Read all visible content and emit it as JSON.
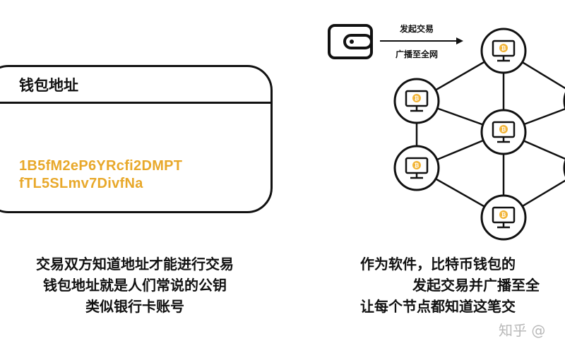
{
  "wallet_card": {
    "title": "钱包地址",
    "address_line1": "1B5fM2eP6YRcfi2DMPT",
    "address_line2": "fTL5SLmv7DivfNa"
  },
  "left_caption": [
    "交易双方知道地址才能进行交易",
    "钱包地址就是人们常说的公钥",
    "类似银行卡账号"
  ],
  "flow": {
    "arrow_top_label": "发起交易",
    "arrow_bottom_label": "广播至全网"
  },
  "right_caption": [
    "作为软件，比特币钱包的",
    "发起交易并广播至全",
    "让每个节点都知道这笔交"
  ],
  "watermark": "知乎 @",
  "colors": {
    "address": "#E8A82A",
    "coin": "#F2B53A",
    "stroke": "#111111",
    "watermark": "#B8B8B8"
  },
  "icons": {
    "wallet": "wallet-icon",
    "node": "computer-bitcoin-node-icon"
  }
}
